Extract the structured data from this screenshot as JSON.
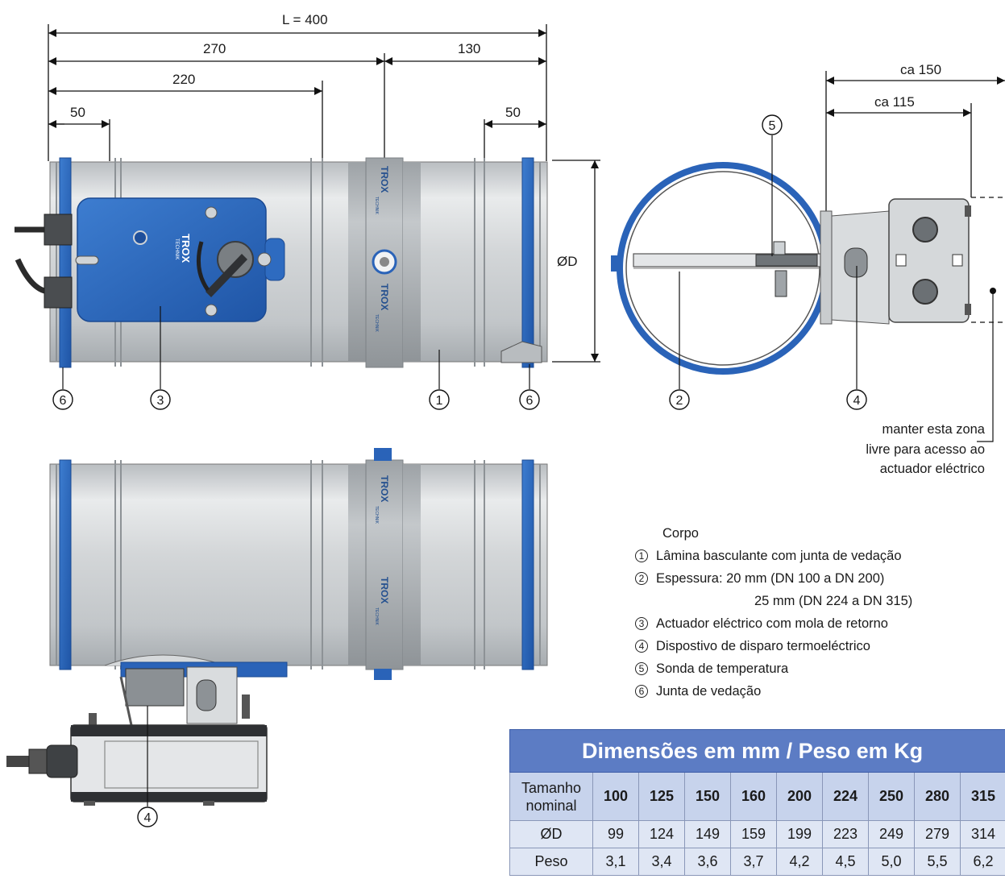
{
  "dimensions": {
    "total": "L = 400",
    "d270": "270",
    "d130": "130",
    "d220": "220",
    "d50_left": "50",
    "d50_right": "50",
    "diameter": "ØD",
    "ca150": "ca 150",
    "ca115": "ca 115"
  },
  "callouts": {
    "c1": "1",
    "c2": "2",
    "c3": "3",
    "c4_side": "4",
    "c4_bottom": "4",
    "c5": "5",
    "c6_left": "6",
    "c6_right": "6"
  },
  "brand": {
    "name": "TROX",
    "sub": "TECHNIK"
  },
  "note": {
    "line1": "manter esta zona",
    "line2": "livre para acesso ao",
    "line3": "actuador eléctrico"
  },
  "legend": {
    "heading": "Corpo",
    "item1": "Lâmina basculante com junta de vedação",
    "item2": "Espessura: 20 mm (DN 100 a DN 200)",
    "item2b": "25 mm (DN 224 a DN 315)",
    "item3": "Actuador eléctrico com mola de retorno",
    "item4": "Dispostivo de disparo termoeléctrico",
    "item5": "Sonda de temperatura",
    "item6": "Junta de vedação",
    "n1": "1",
    "n2": "2",
    "n3": "3",
    "n4": "4",
    "n5": "5",
    "n6": "6"
  },
  "table": {
    "title": "Dimensões em mm / Peso em Kg",
    "size_label_1": "Tamanho",
    "size_label_2": "nominal",
    "sizes": [
      "100",
      "125",
      "150",
      "160",
      "200",
      "224",
      "250",
      "280",
      "315"
    ],
    "d_label": "ØD",
    "d_values": [
      "99",
      "124",
      "149",
      "159",
      "199",
      "223",
      "249",
      "279",
      "314"
    ],
    "w_label": "Peso",
    "w_values": [
      "3,1",
      "3,4",
      "3,6",
      "3,7",
      "4,2",
      "4,5",
      "5,0",
      "5,5",
      "6,2"
    ]
  },
  "colors": {
    "seal_blue": "#2a63b8",
    "actuator_blue": "#2e6bc0",
    "steel": "#c9cccf",
    "steel_dark": "#9fa4a8",
    "table_header": "#5c7cc4"
  }
}
